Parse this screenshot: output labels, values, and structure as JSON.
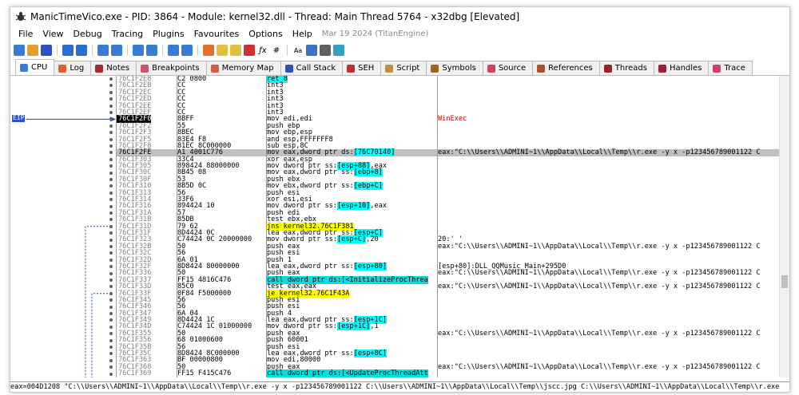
{
  "window": {
    "title": "ManicTimeVico.exe - PID: 3864 - Module: kernel32.dll - Thread: Main Thread 5764 - x32dbg [Elevated]"
  },
  "menu": {
    "items": [
      "File",
      "View",
      "Debug",
      "Tracing",
      "Plugins",
      "Favourites",
      "Options",
      "Help"
    ],
    "date": "Mar 19 2024 (TitanEngine)"
  },
  "tabs": [
    {
      "label": "CPU",
      "icon": "cpu-icon",
      "color": "#3a7bd5"
    },
    {
      "label": "Log",
      "icon": "log-icon",
      "color": "#e06030"
    },
    {
      "label": "Notes",
      "icon": "notes-icon",
      "color": "#a03030"
    },
    {
      "label": "Breakpoints",
      "icon": "breakpoints-icon",
      "color": "#d05070"
    },
    {
      "label": "Memory Map",
      "icon": "memory-map-icon",
      "color": "#d06040"
    },
    {
      "label": "Call Stack",
      "icon": "call-stack-icon",
      "color": "#3050c0"
    },
    {
      "label": "SEH",
      "icon": "seh-icon",
      "color": "#c03030"
    },
    {
      "label": "Script",
      "icon": "script-icon",
      "color": "#c09040"
    },
    {
      "label": "Symbols",
      "icon": "symbols-icon",
      "color": "#a06020"
    },
    {
      "label": "Source",
      "icon": "source-icon",
      "color": "#d04060"
    },
    {
      "label": "References",
      "icon": "references-icon",
      "color": "#b05030"
    },
    {
      "label": "Threads",
      "icon": "threads-icon",
      "color": "#a02020"
    },
    {
      "label": "Handles",
      "icon": "handles-icon",
      "color": "#a02040"
    },
    {
      "label": "Trace",
      "icon": "trace-icon",
      "color": "#d04070"
    }
  ],
  "eip_label": "EIP",
  "rows": [
    {
      "addr": "76C1F2E8",
      "bytes": "C2 0800",
      "dis": [
        {
          "t": "ret 8",
          "c": "ret"
        }
      ],
      "com": ""
    },
    {
      "addr": "76C1F2EB",
      "bytes": "CC",
      "dis": [
        {
          "t": "int3"
        }
      ],
      "com": ""
    },
    {
      "addr": "76C1F2EC",
      "bytes": "CC",
      "dis": [
        {
          "t": "int3"
        }
      ],
      "com": ""
    },
    {
      "addr": "76C1F2ED",
      "bytes": "CC",
      "dis": [
        {
          "t": "int3"
        }
      ],
      "com": ""
    },
    {
      "addr": "76C1F2EE",
      "bytes": "CC",
      "dis": [
        {
          "t": "int3"
        }
      ],
      "com": ""
    },
    {
      "addr": "76C1F2EF",
      "bytes": "CC",
      "dis": [
        {
          "t": "int3"
        }
      ],
      "com": ""
    },
    {
      "addr": "76C1F2F0",
      "bytes": "8BFF",
      "dis": [
        {
          "t": "mov edi,edi"
        }
      ],
      "com": "WinExec",
      "eip": true,
      "comred": true
    },
    {
      "addr": "76C1F2F2",
      "bytes": "55",
      "dis": [
        {
          "t": "push ebp"
        }
      ],
      "com": ""
    },
    {
      "addr": "76C1F2F3",
      "bytes": "8BEC",
      "dis": [
        {
          "t": "mov ebp,esp"
        }
      ],
      "com": ""
    },
    {
      "addr": "76C1F2F5",
      "bytes": "83E4 F8",
      "dis": [
        {
          "t": "and esp,FFFFFFF8"
        }
      ],
      "com": ""
    },
    {
      "addr": "76C1F2F8",
      "bytes": "81EC 8C000000",
      "dis": [
        {
          "t": "sub esp,8C"
        }
      ],
      "com": ""
    },
    {
      "addr": "76C1F2FE",
      "bytes": "A1 4001C776",
      "dis": [
        {
          "t": "mov eax,dword ptr "
        },
        {
          "t": "ds:",
          "c": "mem"
        },
        {
          "t": "[76C70140]",
          "c": "memb"
        }
      ],
      "com": "eax:\"C:\\\\Users\\\\ADMINI~1\\\\AppData\\\\Local\\\\Temp\\\\r.exe  -y x -p123456789001122 C",
      "sel": true
    },
    {
      "addr": "76C1F303",
      "bytes": "33C4",
      "dis": [
        {
          "t": "xor eax,esp"
        }
      ],
      "com": ""
    },
    {
      "addr": "76C1F305",
      "bytes": "898424 88000000",
      "dis": [
        {
          "t": "mov dword ptr "
        },
        {
          "t": "ss:",
          "c": "mem"
        },
        {
          "t": "[esp+88]",
          "c": "memb"
        },
        {
          "t": ",eax"
        }
      ],
      "com": ""
    },
    {
      "addr": "76C1F30C",
      "bytes": "8B45 08",
      "dis": [
        {
          "t": "mov eax,dword ptr "
        },
        {
          "t": "ss:",
          "c": "mem"
        },
        {
          "t": "[ebp+8]",
          "c": "memb"
        }
      ],
      "com": ""
    },
    {
      "addr": "76C1F30F",
      "bytes": "53",
      "dis": [
        {
          "t": "push ebx"
        }
      ],
      "com": ""
    },
    {
      "addr": "76C1F310",
      "bytes": "8B5D 0C",
      "dis": [
        {
          "t": "mov ebx,dword ptr "
        },
        {
          "t": "ss:",
          "c": "mem"
        },
        {
          "t": "[ebp+C]",
          "c": "memb"
        }
      ],
      "com": ""
    },
    {
      "addr": "76C1F313",
      "bytes": "56",
      "dis": [
        {
          "t": "push esi"
        }
      ],
      "com": ""
    },
    {
      "addr": "76C1F314",
      "bytes": "33F6",
      "dis": [
        {
          "t": "xor esi,esi"
        }
      ],
      "com": ""
    },
    {
      "addr": "76C1F316",
      "bytes": "894424 10",
      "dis": [
        {
          "t": "mov dword ptr "
        },
        {
          "t": "ss:",
          "c": "mem"
        },
        {
          "t": "[esp+10]",
          "c": "memb"
        },
        {
          "t": ",eax"
        }
      ],
      "com": ""
    },
    {
      "addr": "76C1F31A",
      "bytes": "57",
      "dis": [
        {
          "t": "push edi"
        }
      ],
      "com": ""
    },
    {
      "addr": "76C1F31B",
      "bytes": "85DB",
      "dis": [
        {
          "t": "test ebx,ebx"
        }
      ],
      "com": ""
    },
    {
      "addr": "76C1F31D",
      "bytes": "79 62",
      "dis": [
        {
          "t": "jns kernel32.76C1F381",
          "c": "jmp"
        }
      ],
      "com": ""
    },
    {
      "addr": "76C1F31F",
      "bytes": "8D4424 0C",
      "dis": [
        {
          "t": "lea eax,dword ptr "
        },
        {
          "t": "ss:",
          "c": "mem"
        },
        {
          "t": "[esp+C]",
          "c": "memb"
        }
      ],
      "com": ""
    },
    {
      "addr": "76C1F323",
      "bytes": "C74424 0C 20000000",
      "dis": [
        {
          "t": "mov dword ptr "
        },
        {
          "t": "ss:",
          "c": "mem"
        },
        {
          "t": "[esp+C]",
          "c": "memb"
        },
        {
          "t": ",20"
        }
      ],
      "com": "20:' '"
    },
    {
      "addr": "76C1F32B",
      "bytes": "50",
      "dis": [
        {
          "t": "push eax"
        }
      ],
      "com": "eax:\"C:\\\\Users\\\\ADMINI~1\\\\AppData\\\\Local\\\\Temp\\\\r.exe  -y x -p123456789001122 C"
    },
    {
      "addr": "76C1F32C",
      "bytes": "56",
      "dis": [
        {
          "t": "push esi"
        }
      ],
      "com": ""
    },
    {
      "addr": "76C1F32D",
      "bytes": "6A 01",
      "dis": [
        {
          "t": "push 1"
        }
      ],
      "com": ""
    },
    {
      "addr": "76C1F32F",
      "bytes": "8D8424 80000000",
      "dis": [
        {
          "t": "lea eax,dword ptr "
        },
        {
          "t": "ss:",
          "c": "mem"
        },
        {
          "t": "[esp+80]",
          "c": "memb"
        }
      ],
      "com": "[esp+80]:DLL_QQMusic_Main+295D0"
    },
    {
      "addr": "76C1F336",
      "bytes": "50",
      "dis": [
        {
          "t": "push eax"
        }
      ],
      "com": "eax:\"C:\\\\Users\\\\ADMINI~1\\\\AppData\\\\Local\\\\Temp\\\\r.exe  -y x -p123456789001122 C"
    },
    {
      "addr": "76C1F337",
      "bytes": "FF15 4816C476",
      "dis": [
        {
          "t": "call dword ptr ",
          "c": "call"
        },
        {
          "t": "ds:",
          "c": "call"
        },
        {
          "t": "[<InitializeProcThrea",
          "c": "call"
        }
      ],
      "com": ""
    },
    {
      "addr": "76C1F33D",
      "bytes": "85C0",
      "dis": [
        {
          "t": "test eax,eax"
        }
      ],
      "com": "eax:\"C:\\\\Users\\\\ADMINI~1\\\\AppData\\\\Local\\\\Temp\\\\r.exe  -y x -p123456789001122 C"
    },
    {
      "addr": "76C1F33F",
      "bytes": "0F84 F5000000",
      "dis": [
        {
          "t": "je kernel32.76C1F43A",
          "c": "jmp"
        }
      ],
      "com": ""
    },
    {
      "addr": "76C1F345",
      "bytes": "56",
      "dis": [
        {
          "t": "push esi"
        }
      ],
      "com": ""
    },
    {
      "addr": "76C1F346",
      "bytes": "56",
      "dis": [
        {
          "t": "push esi"
        }
      ],
      "com": ""
    },
    {
      "addr": "76C1F347",
      "bytes": "6A 04",
      "dis": [
        {
          "t": "push 4"
        }
      ],
      "com": ""
    },
    {
      "addr": "76C1F349",
      "bytes": "8D4424 1C",
      "dis": [
        {
          "t": "lea eax,dword ptr "
        },
        {
          "t": "ss:",
          "c": "mem"
        },
        {
          "t": "[esp+1C]",
          "c": "memb"
        }
      ],
      "com": ""
    },
    {
      "addr": "76C1F34D",
      "bytes": "C74424 1C 01000000",
      "dis": [
        {
          "t": "mov dword ptr "
        },
        {
          "t": "ss:",
          "c": "mem"
        },
        {
          "t": "[esp+1C]",
          "c": "memb"
        },
        {
          "t": ",1"
        }
      ],
      "com": ""
    },
    {
      "addr": "76C1F355",
      "bytes": "50",
      "dis": [
        {
          "t": "push eax"
        }
      ],
      "com": "eax:\"C:\\\\Users\\\\ADMINI~1\\\\AppData\\\\Local\\\\Temp\\\\r.exe  -y x -p123456789001122 C"
    },
    {
      "addr": "76C1F356",
      "bytes": "68 01000600",
      "dis": [
        {
          "t": "push 60001"
        }
      ],
      "com": ""
    },
    {
      "addr": "76C1F35B",
      "bytes": "56",
      "dis": [
        {
          "t": "push esi"
        }
      ],
      "com": ""
    },
    {
      "addr": "76C1F35C",
      "bytes": "8D8424 8C000000",
      "dis": [
        {
          "t": "lea eax,dword ptr "
        },
        {
          "t": "ss:",
          "c": "mem"
        },
        {
          "t": "[esp+8C]",
          "c": "memb"
        }
      ],
      "com": ""
    },
    {
      "addr": "76C1F363",
      "bytes": "BF 00000800",
      "dis": [
        {
          "t": "mov edi,80000"
        }
      ],
      "com": ""
    },
    {
      "addr": "76C1F368",
      "bytes": "50",
      "dis": [
        {
          "t": "push eax"
        }
      ],
      "com": "eax:\"C:\\\\Users\\\\ADMINI~1\\\\AppData\\\\Local\\\\Temp\\\\r.exe  -y x -p123456789001122 C"
    },
    {
      "addr": "76C1F369",
      "bytes": "FF15 F415C476",
      "dis": [
        {
          "t": "call dword ptr ",
          "c": "call"
        },
        {
          "t": "ds:",
          "c": "call"
        },
        {
          "t": "[<UpdateProcThreadAtt",
          "c": "call"
        }
      ],
      "com": ""
    }
  ],
  "status": "eax=004D1208 \"C:\\\\Users\\\\ADMINI~1\\\\AppData\\\\Local\\\\Temp\\\\r.exe -y x -p123456789001122 C:\\\\Users\\\\ADMINI~1\\\\AppData\\\\Local\\\\Temp\\\\jscc.jpg C:\\\\Users\\\\ADMINI~1\\\\AppData\\\\Local\\\\Temp\\\\r.exe"
}
